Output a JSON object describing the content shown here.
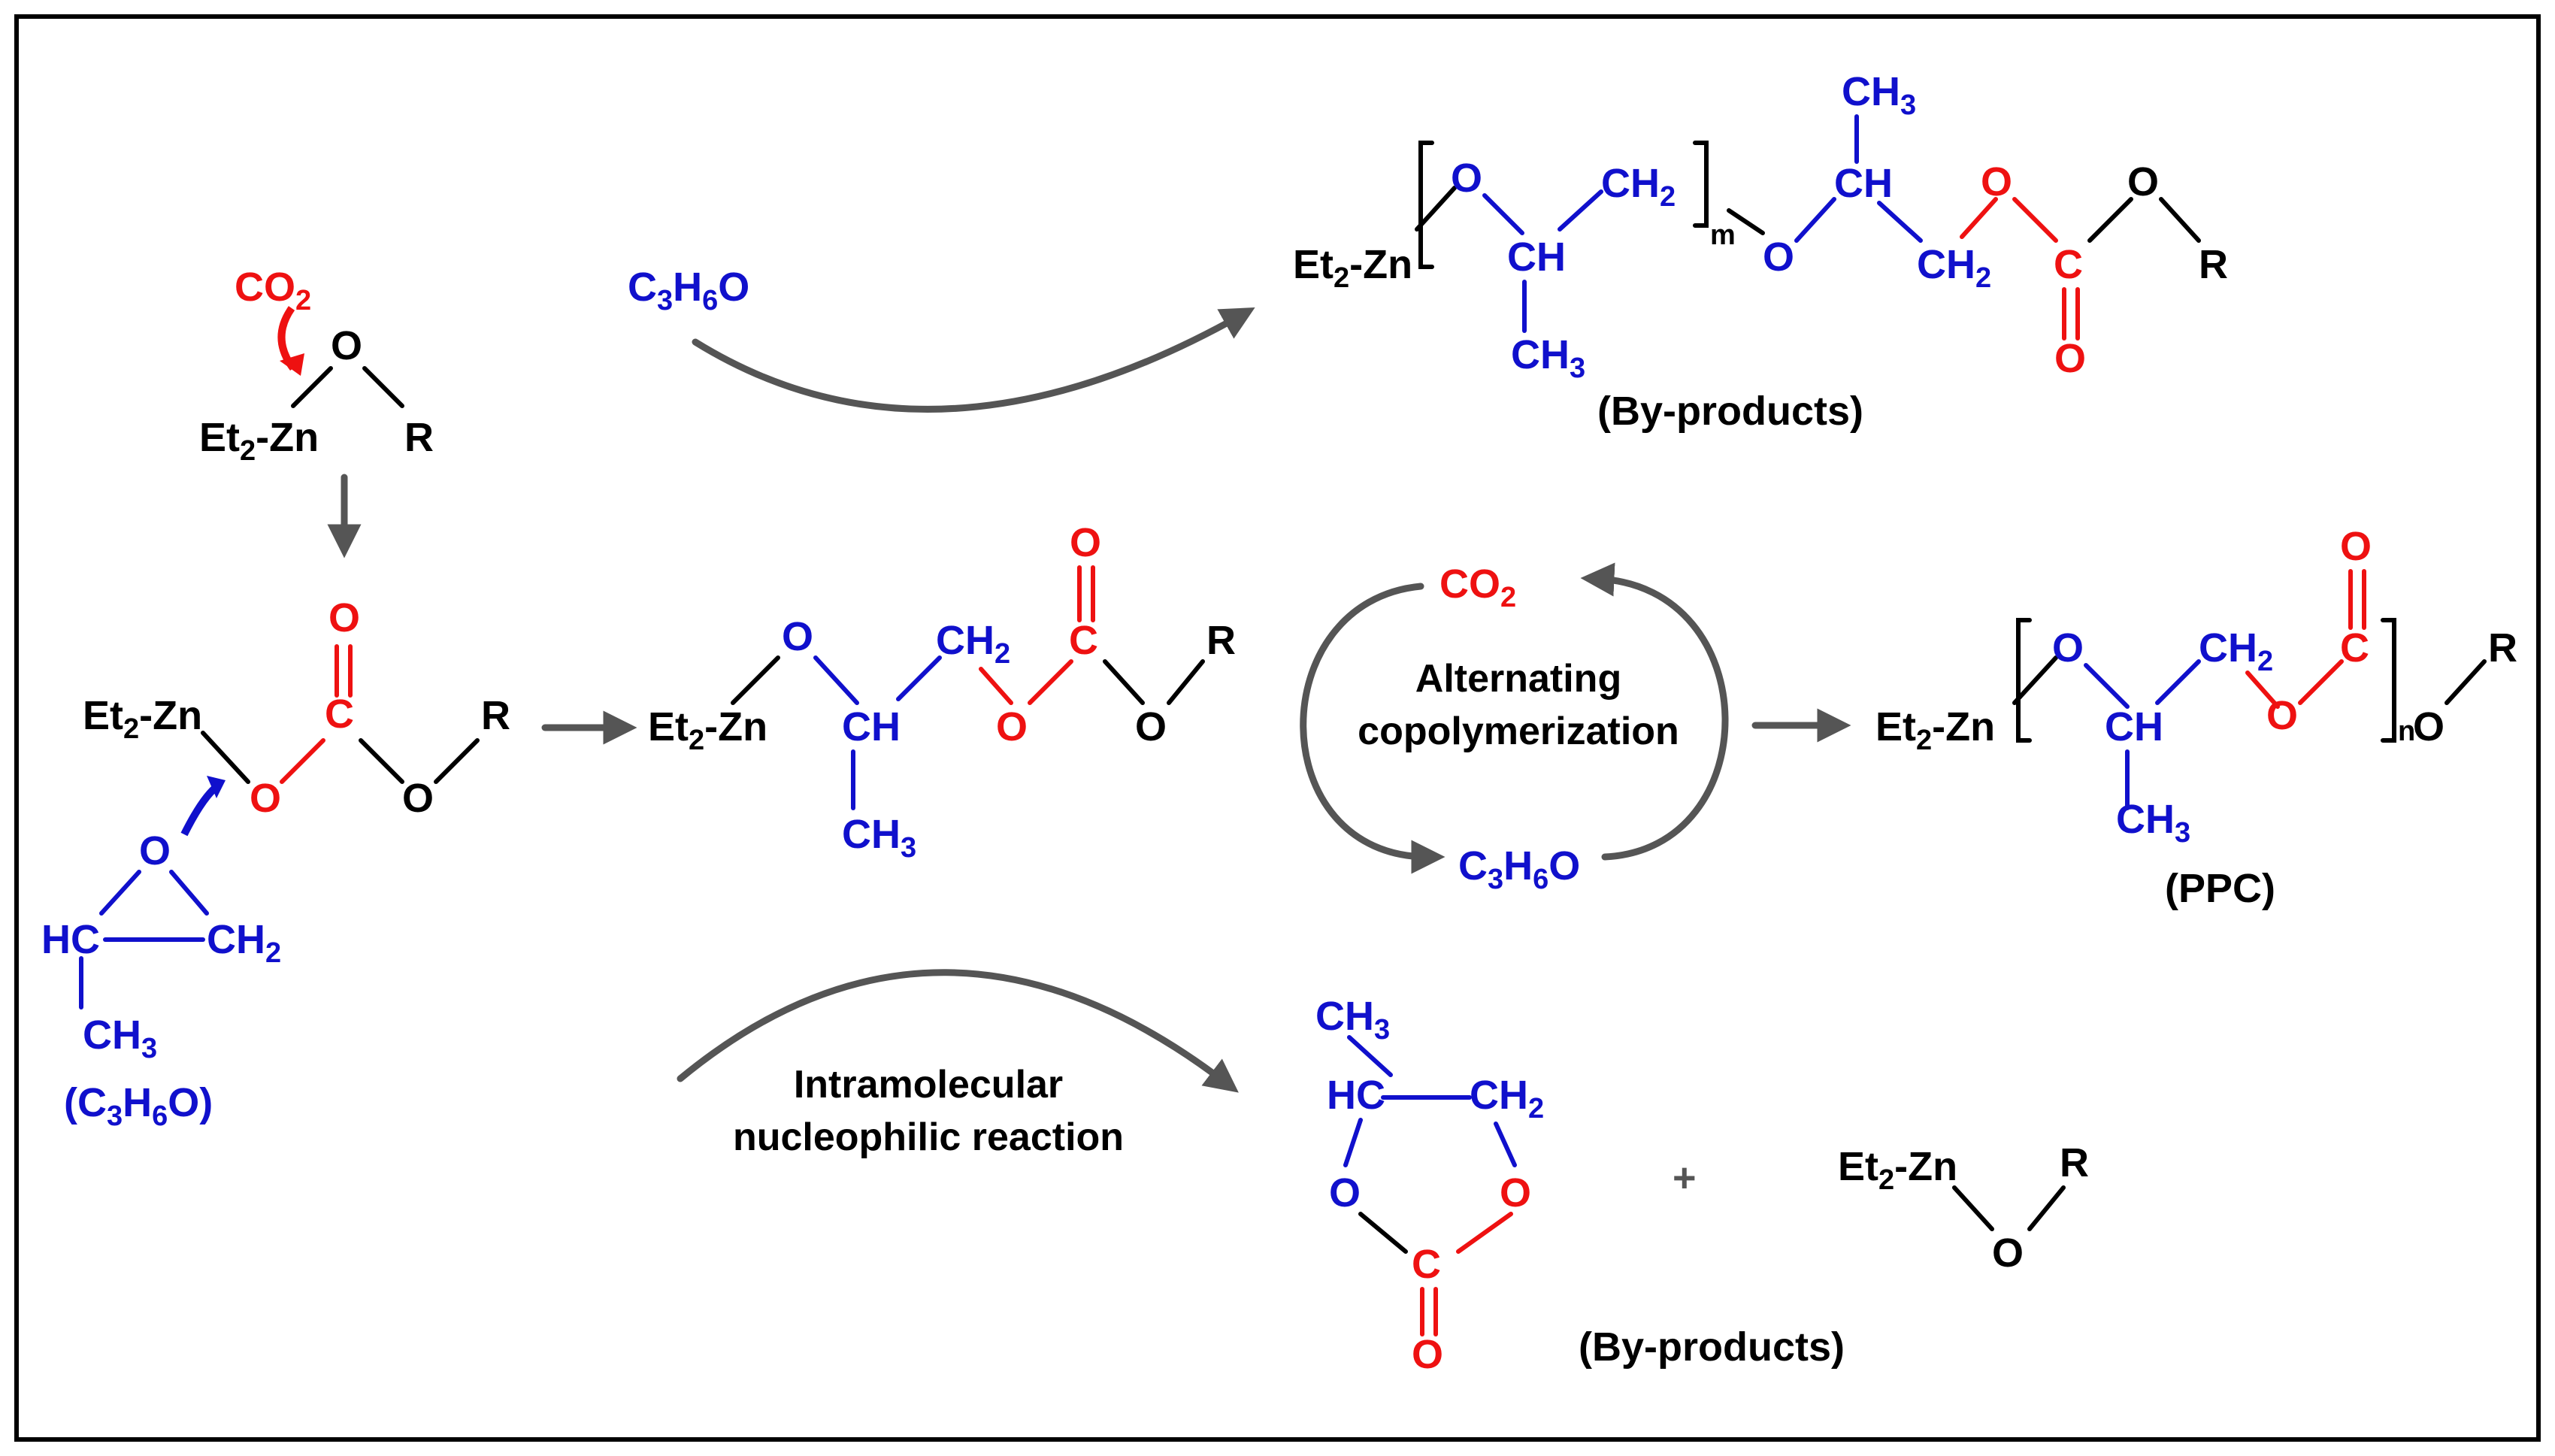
{
  "labels": {
    "co2": "CO",
    "two": "2",
    "o": "O",
    "c": "C",
    "r": "R",
    "et2zn_et": "Et",
    "et2zn_zn": "-Zn",
    "ch": "CH",
    "hc": "HC",
    "ch2": "CH",
    "ch3": "CH",
    "three": "3",
    "c3h6o_c": "C",
    "c3h6o_h": "H",
    "six": "6",
    "m": "m",
    "n": "n",
    "plus": "+"
  },
  "texts": {
    "by_products_top": "(By-products)",
    "by_products_bottom": "(By-products)",
    "ppc": "(PPC)",
    "c3h6o_paren_open": "(",
    "c3h6o_paren_close": ")",
    "alternating_line1": "Alternating",
    "alternating_line2": "copolymerization",
    "intramolecular_line1": "Intramolecular",
    "intramolecular_line2": "nucleophilic reaction"
  },
  "colors": {
    "black": "#000000",
    "red": "#ee1111",
    "blue": "#1010cc",
    "arrow": "#555555"
  }
}
